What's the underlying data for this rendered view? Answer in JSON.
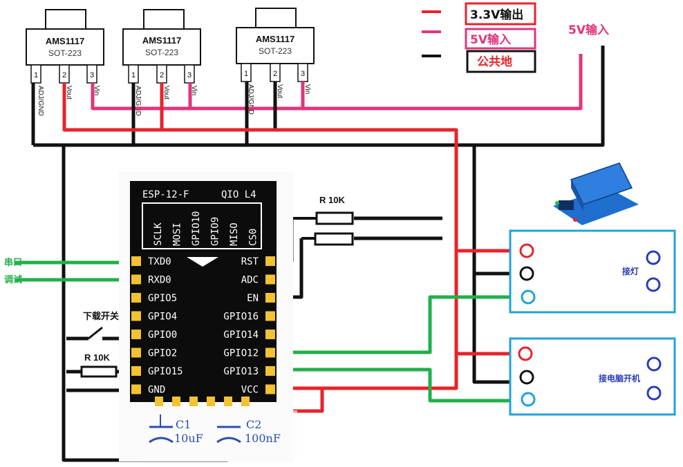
{
  "regulators": [
    {
      "name": "AMS1117",
      "package": "SOT-223",
      "pins": [
        "1",
        "2",
        "3"
      ],
      "pin_labels": [
        "ADJ/GND",
        "Vout",
        "Vin"
      ]
    },
    {
      "name": "AMS1117",
      "package": "SOT-223",
      "pins": [
        "1",
        "2",
        "3"
      ],
      "pin_labels": [
        "ADJ/GND",
        "Vout",
        "Vin"
      ]
    },
    {
      "name": "AMS1117",
      "package": "SOT-223",
      "pins": [
        "1",
        "2",
        "3"
      ],
      "pin_labels": [
        "ADJ/GND",
        "Vout",
        "Vin"
      ]
    }
  ],
  "legend": {
    "out33": "3.3V输出",
    "in5": "5V输入",
    "gnd": "公共地",
    "colors": {
      "out33": "#e8232b",
      "in5": "#e0357f",
      "gnd": "#111111"
    }
  },
  "input_label": "5V输入",
  "module": {
    "name": "ESP-12-F",
    "tag": "QIO L4",
    "top_pins": [
      "SCLK",
      "MOSI",
      "GPIO10",
      "GPIO9",
      "MISO",
      "CS0"
    ],
    "left_pins": [
      "TXD0",
      "RXD0",
      "GPIO5",
      "GPIO4",
      "GPIO0",
      "GPIO2",
      "GPIO15",
      "GND"
    ],
    "right_pins": [
      "RST",
      "ADC",
      "EN",
      "GPIO16",
      "GPIO14",
      "GPIO12",
      "GPIO13",
      "VCC"
    ]
  },
  "resistors": {
    "top": "R 10K",
    "left": "R 10K"
  },
  "serial_labels": [
    "串口",
    "调试"
  ],
  "switch_label": "下载开关",
  "capacitors": [
    {
      "name": "C1",
      "value": "10uF"
    },
    {
      "name": "C2",
      "value": "100nF"
    }
  ],
  "relays": [
    {
      "label": "接灯"
    },
    {
      "label": "接电脑开机"
    }
  ],
  "wire_colors": {
    "red": "#e8232b",
    "pink": "#e0357f",
    "black": "#111111",
    "green": "#22b04b",
    "blue": "#1fa2dc"
  }
}
